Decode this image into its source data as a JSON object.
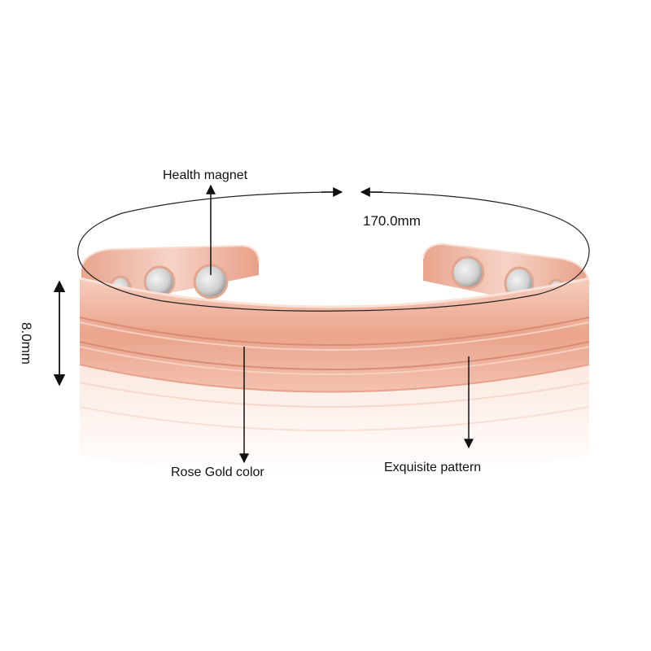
{
  "product": {
    "name": "rose gold magnetic cuff bracelet",
    "colors": {
      "band_light": "#f8d2c4",
      "band_mid": "#eaa68e",
      "band_dark": "#d98c74",
      "magnet": "#dcdcdc",
      "reflection": "#fbe6dc"
    },
    "magnets_per_end": 3
  },
  "annotations": {
    "health_magnet": "Health magnet",
    "diameter": "170.0mm",
    "width": "8.0mm",
    "rose_gold": "Rose Gold color",
    "pattern": "Exquisite pattern"
  }
}
